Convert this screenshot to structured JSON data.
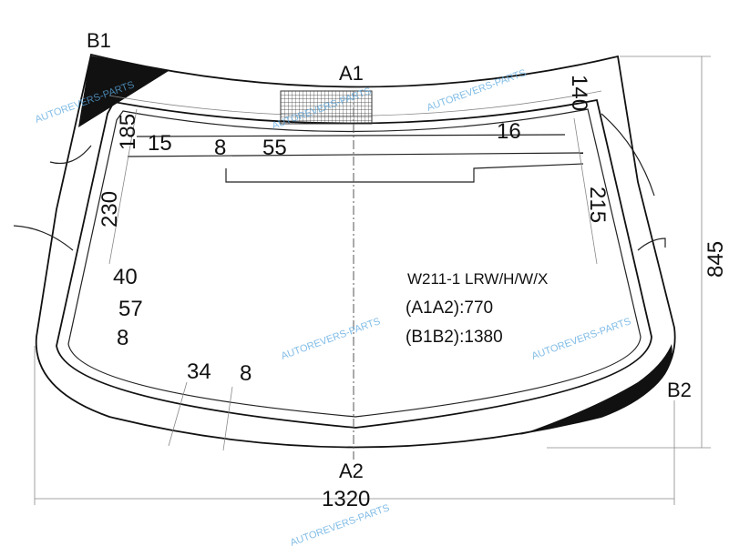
{
  "labels": {
    "b1": "B1",
    "b2": "B2",
    "a1": "A1",
    "a2": "A2"
  },
  "dimensions": {
    "width": "1320",
    "height": "845",
    "d140": "140",
    "d185": "185",
    "d15": "15",
    "d8_top": "8",
    "d55": "55",
    "d16": "16",
    "d230": "230",
    "d215": "215",
    "d40": "40",
    "d57": "57",
    "d8_left": "8",
    "d34": "34",
    "d8_bottom": "8"
  },
  "info": {
    "model": "W211-1 LRW/H/W/X",
    "a1a2": "(A1A2):770",
    "b1b2": "(B1B2):1380"
  },
  "watermark": "AUTOREVERS-PARTS",
  "colors": {
    "line": "#111111",
    "watermark": "#5aa8df"
  }
}
